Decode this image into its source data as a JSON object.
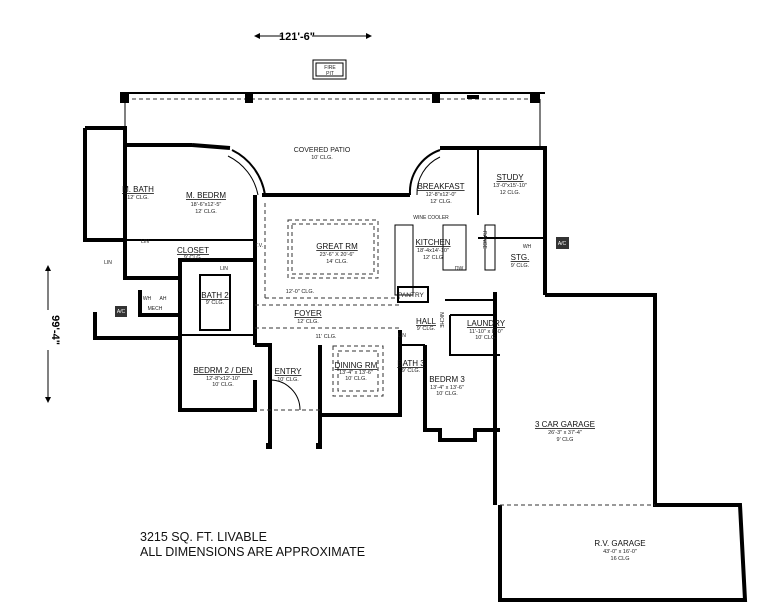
{
  "dimensions": {
    "width": "121'-6\"",
    "depth": "99'-4\""
  },
  "notes": {
    "livable": "3215 SQ. FT. LIVABLE",
    "disclaimer": "ALL DIMENSIONS ARE APPROXIMATE"
  },
  "fixtures": {
    "fire_pit_1": "FIRE",
    "fire_pit_2": "PIT",
    "wine_cooler": "WINE COOLER",
    "tv": "T.V.",
    "lin": "LIN",
    "wh": "WH",
    "ah": "AH",
    "mech": "MECH",
    "ac": "A/C",
    "range": "RANGE",
    "niche": "NICHE",
    "dw": "DW"
  },
  "rooms": {
    "covered_patio": {
      "name": "COVERED PATIO",
      "clg": "10' CLG."
    },
    "m_bath": {
      "name": "M. BATH",
      "clg": "12' CLG."
    },
    "m_bedrm": {
      "name": "M. BEDRM",
      "size": "18'-6\"x12'-5\"",
      "clg": "12' CLG."
    },
    "closet": {
      "name": "CLOSET",
      "clg": "9' CLG."
    },
    "great_rm": {
      "name": "GREAT RM",
      "size": "23'-6\" X 20'-6\"",
      "clg": "14' CLG."
    },
    "great_rm_low": {
      "clg": "12'-0\" CLG."
    },
    "breakfast": {
      "name": "BREAKFAST",
      "size": "12'-8\"x12'-0\"",
      "clg": "12' CLG."
    },
    "study": {
      "name": "STUDY",
      "size": "13'-0\"x15'-10\"",
      "clg": "12 CLG."
    },
    "kitchen": {
      "name": "KITCHEN",
      "size": "18'-4x14'-10\"",
      "clg": "12' CLG"
    },
    "stg": {
      "name": "STG.",
      "clg": "9' CLG."
    },
    "pantry": {
      "name": "PANTRY"
    },
    "laundry": {
      "name": "LAUNDRY",
      "size": "11'-10\" x 8'-0\"",
      "clg": "10' CLG."
    },
    "hall": {
      "name": "HALL",
      "clg": "9' CLG."
    },
    "foyer": {
      "name": "FOYER",
      "clg": "12' CLG."
    },
    "foyer_low": {
      "clg": "11' CLG."
    },
    "bath2": {
      "name": "BATH 2",
      "clg": "9' CLG."
    },
    "bedrm2": {
      "name": "BEDRM 2 / DEN",
      "size": "12'-8\"x12'-10\"",
      "clg": "10' CLG."
    },
    "entry": {
      "name": "ENTRY",
      "clg": "10' CLG."
    },
    "dining": {
      "name": "DINING RM",
      "size": "13'-4\" x 13'-6\"",
      "clg": "10' CLG."
    },
    "bath3": {
      "name": "BATH 3",
      "clg": "9' CLG."
    },
    "bedrm3": {
      "name": "BEDRM 3",
      "size": "13'-4\" x 13'-6\"",
      "clg": "10' CLG."
    },
    "garage3": {
      "name": "3 CAR GARAGE",
      "size": "26'-3\" x 37'-4\"",
      "clg": "9' CLG"
    },
    "rv_garage": {
      "name": "R.V. GARAGE",
      "size": "43'-0\" x 16'-0\"",
      "clg": "16 CLG"
    }
  }
}
